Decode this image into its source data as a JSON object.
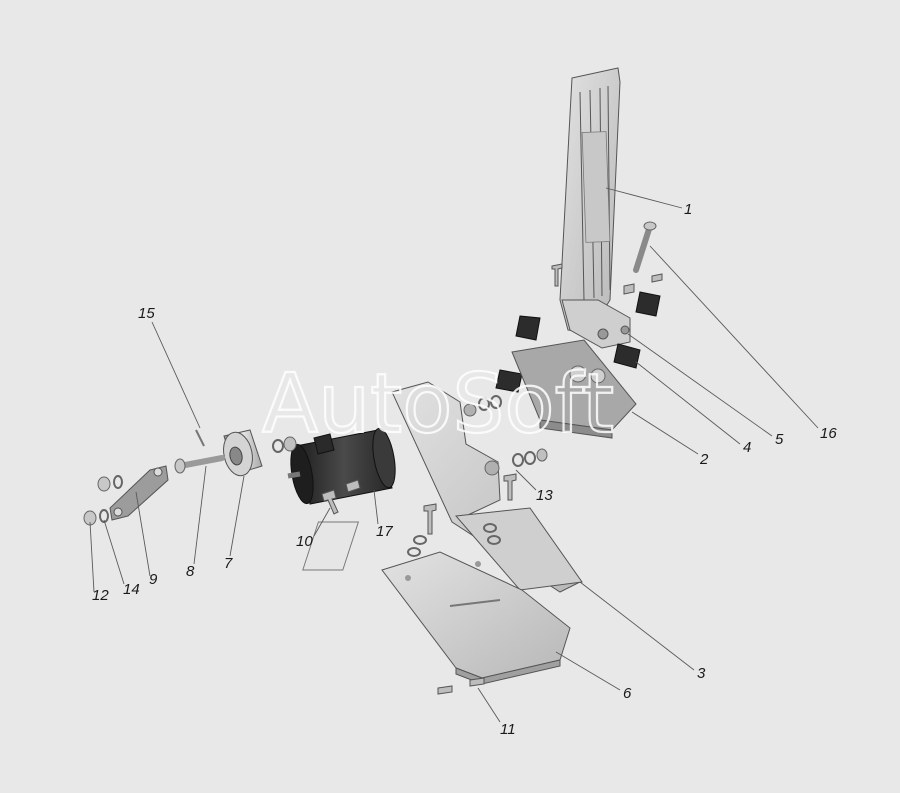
{
  "watermark": "AutoSoft",
  "colors": {
    "background": "#e8e8e8",
    "part_light": "#d6d6d6",
    "part_mid": "#b4b4b4",
    "part_dark": "#2e2e2e",
    "line": "#5a5a5a"
  },
  "callouts": [
    {
      "id": "1",
      "text": "1"
    },
    {
      "id": "2",
      "text": "2"
    },
    {
      "id": "3",
      "text": "3"
    },
    {
      "id": "4",
      "text": "4"
    },
    {
      "id": "5",
      "text": "5"
    },
    {
      "id": "6",
      "text": "6"
    },
    {
      "id": "7",
      "text": "7"
    },
    {
      "id": "8",
      "text": "8"
    },
    {
      "id": "9",
      "text": "9"
    },
    {
      "id": "10",
      "text": "10"
    },
    {
      "id": "11",
      "text": "11"
    },
    {
      "id": "12",
      "text": "12"
    },
    {
      "id": "13",
      "text": "13"
    },
    {
      "id": "14",
      "text": "14"
    },
    {
      "id": "15",
      "text": "15"
    },
    {
      "id": "16",
      "text": "16"
    },
    {
      "id": "17",
      "text": "17"
    }
  ]
}
